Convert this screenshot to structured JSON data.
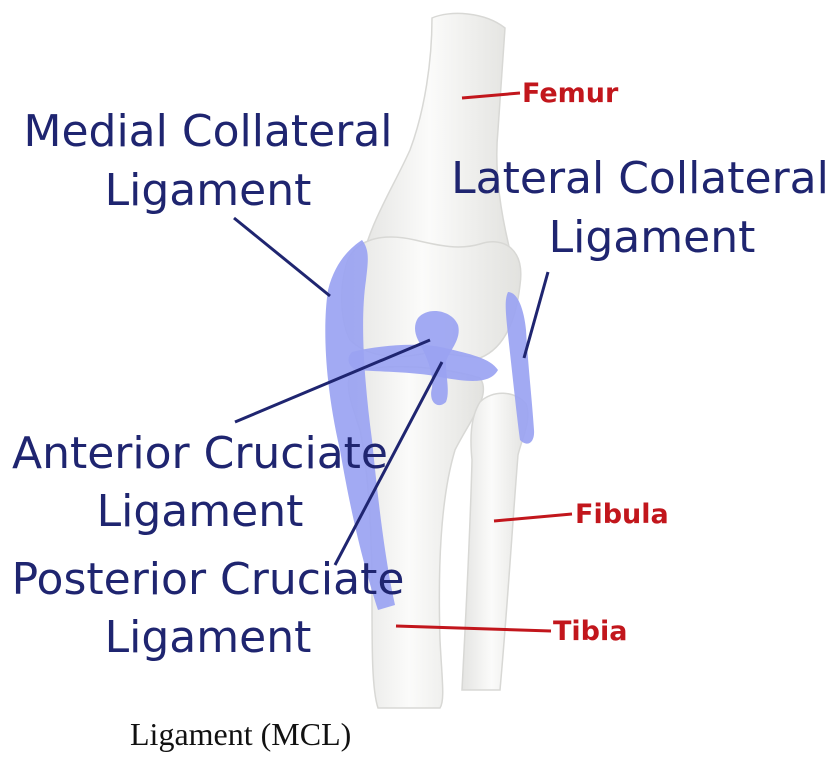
{
  "labels": {
    "mcl_line1": "Medial Collateral",
    "mcl_line2": "Ligament",
    "lcl_line1": "Lateral Collateral",
    "lcl_line2": "Ligament",
    "acl_line1": "Anterior Cruciate",
    "acl_line2": "Ligament",
    "pcl_line1": "Posterior Cruciate",
    "pcl_line2": "Ligament",
    "femur": "Femur",
    "fibula": "Fibula",
    "tibia": "Tibia"
  },
  "caption": "Ligament (MCL)",
  "colors": {
    "ligament": "#9aa3f2",
    "label_blue": "#1f2570",
    "label_red": "#c2161c",
    "bone": "#f4f4f2"
  }
}
